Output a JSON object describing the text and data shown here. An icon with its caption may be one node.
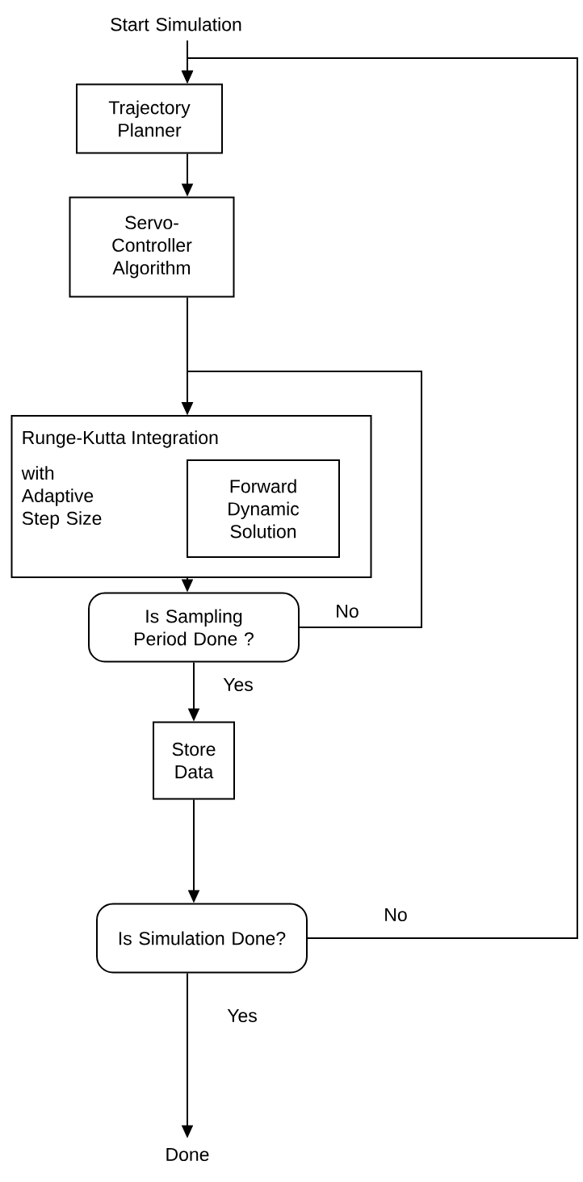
{
  "diagram": {
    "nodes": [
      {
        "text": [
          "Start Simulation"
        ]
      },
      {
        "text": [
          "Trajectory Planner"
        ]
      },
      {
        "text": [
          "Servo- Controller Algorithm"
        ]
      },
      {
        "text": [
          "Runge-Kutta Integration",
          "with Adaptive Step Size"
        ]
      },
      {
        "text": [
          "Forward Dynamic Solution"
        ],
        "in": 3
      },
      {
        "text": [
          "Is Sampling Period Done ?"
        ]
      },
      {
        "text": [
          "Store Data"
        ]
      },
      {
        "text": [
          "Is Simulation Done?"
        ]
      },
      {
        "text": [
          "Done"
        ]
      }
    ],
    "edges": [
      {
        "from": 0,
        "to": 1,
        "arrow": "to"
      },
      {
        "from": 1,
        "to": 2,
        "arrow": "to"
      },
      {
        "from": 2,
        "to": 3,
        "arrow": "to"
      },
      {
        "from": 3,
        "to": 5,
        "arrow": "to"
      },
      {
        "from": 5,
        "to": 3,
        "arrow": "to",
        "label": "No"
      },
      {
        "from": 5,
        "to": 6,
        "arrow": "to",
        "label": "Yes"
      },
      {
        "from": 6,
        "to": 7,
        "arrow": "to"
      },
      {
        "from": 7,
        "to": 1,
        "arrow": "to",
        "label": "No"
      },
      {
        "from": 7,
        "to": 8,
        "arrow": "to",
        "label": "Yes"
      }
    ]
  }
}
